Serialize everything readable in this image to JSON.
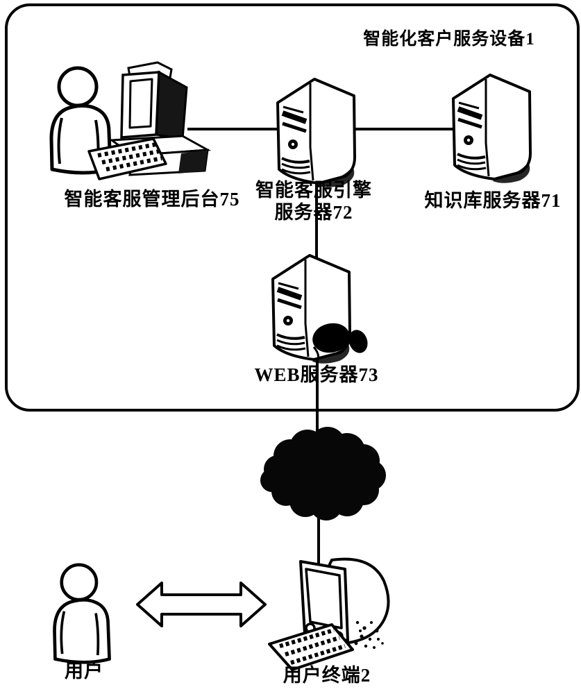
{
  "page": {
    "background": "#ffffff",
    "ink": "#000000"
  },
  "diagram": {
    "title": "智能化客户服务设备1",
    "nodes": {
      "admin_backend": {
        "label": "智能客服管理后台75",
        "icon": "operator-workstation-icon"
      },
      "engine_server": {
        "label_line1": "智能客服引擎",
        "label_line2": "服务器72",
        "icon": "server-tower-icon"
      },
      "knowledge_server": {
        "label": "知识库服务器71",
        "icon": "server-tower-icon"
      },
      "web_server": {
        "label": "WEB服务器73",
        "icon": "server-tower-with-mouse-icon"
      },
      "network": {
        "icon": "cloud-icon"
      },
      "user_terminal": {
        "label": "用户终端2",
        "icon": "desktop-computer-icon"
      },
      "end_user": {
        "label": "用户",
        "icon": "person-icon"
      }
    },
    "connections": [
      {
        "from": "admin_backend",
        "to": "engine_server",
        "style": "line"
      },
      {
        "from": "engine_server",
        "to": "knowledge_server",
        "style": "line"
      },
      {
        "from": "engine_server",
        "to": "web_server",
        "style": "line"
      },
      {
        "from": "web_server",
        "to": "network",
        "style": "line"
      },
      {
        "from": "network",
        "to": "user_terminal",
        "style": "line"
      },
      {
        "from": "end_user",
        "to": "user_terminal",
        "style": "double-arrow"
      }
    ]
  }
}
